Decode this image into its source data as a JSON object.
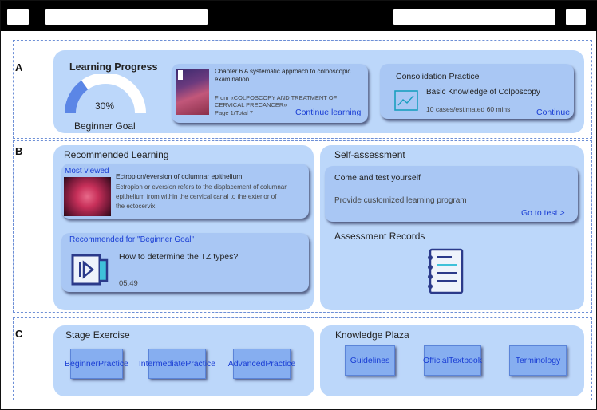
{
  "sections": {
    "a": "A",
    "b": "B",
    "c": "C"
  },
  "progress": {
    "title": "Learning Progress",
    "percent_label": "30%",
    "fraction": 0.3,
    "goal": "Beginner Goal"
  },
  "chapter": {
    "title": "Chapter 6 A systematic approach to colposcopic examination",
    "source": "From «COLPOSCOPY AND TREATMENT OF CERVICAL PRECANCER»",
    "pages": "Page 1/Total 7",
    "action": "Continue learning"
  },
  "consolidation": {
    "title": "Consolidation Practice",
    "topic": "Basic Knowledge of Colposcopy",
    "meta": "10 cases/estimated 60 mins",
    "action": "Continue"
  },
  "recommended": {
    "title": "Recommended Learning",
    "most_viewed_label": "Most viewed",
    "article_title": "Ectropion/eversion of columnar epithelium",
    "article_desc_lines": [
      "Ectropion or eversion refers to the displacement of columnar",
      "epithelium from within the cervical canal to the exterior of",
      "the ectocervix."
    ],
    "for_goal_label": "Recommended for \"Beginner Goal\"",
    "video_title": "How to determine the TZ types?",
    "video_duration": "05:49"
  },
  "self_assessment": {
    "title": "Self-assessment",
    "heading": "Come and test yourself",
    "desc": "Provide customized learning program",
    "action": "Go to test >",
    "records_title": "Assessment Records"
  },
  "stage_exercise": {
    "title": "Stage Exercise",
    "buttons": [
      [
        "Beginner",
        "Practice"
      ],
      [
        "Intermediate",
        "Practice"
      ],
      [
        "Advanced",
        "Practice"
      ]
    ]
  },
  "knowledge_plaza": {
    "title": "Knowledge Plaza",
    "buttons": [
      [
        "Guidelines"
      ],
      [
        "Official",
        "Textbook"
      ],
      [
        "Terminology"
      ]
    ]
  },
  "colors": {
    "panel": "#bcd7fa",
    "card": "#a9c7f4",
    "accent": "#1a3ed4",
    "gauge": "#5b86e6"
  },
  "icons": [
    "book-cover-image",
    "chart-icon",
    "cervix-image",
    "video-play-icon",
    "notebook-icon"
  ]
}
